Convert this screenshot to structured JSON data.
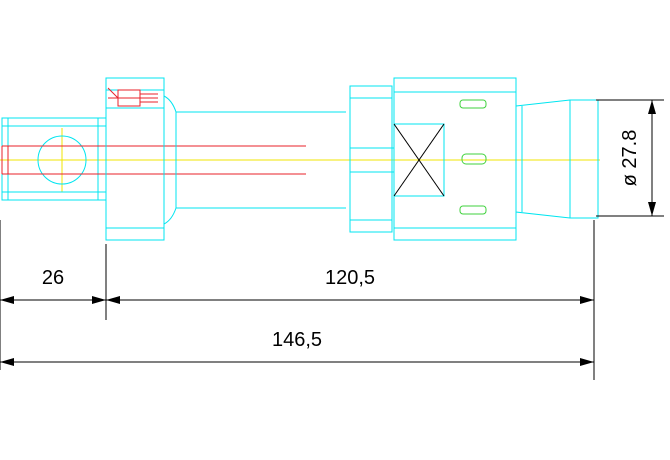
{
  "dimensions": {
    "left_length": "26",
    "right_length": "120,5",
    "total_length": "146,5",
    "diameter": "ø 27.8"
  },
  "colors": {
    "outline": "#00e5f0",
    "bore": "#e8202a",
    "centerline": "#f2e600",
    "marks": "#3fd23c",
    "dimension": "#000000"
  }
}
